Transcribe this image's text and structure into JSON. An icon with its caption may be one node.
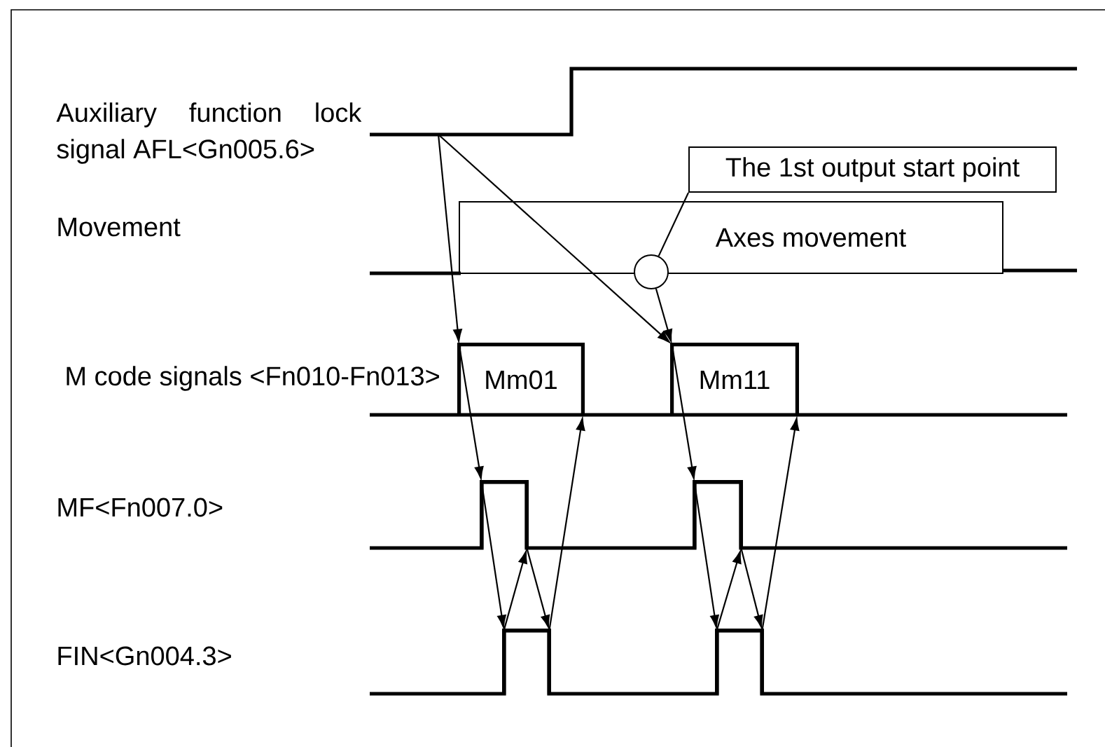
{
  "diagram": {
    "nodes": [
      {
        "text": [
          "The 1st output start point"
        ]
      },
      {
        "text": [
          "Axes movement"
        ]
      },
      {
        "text": [],
        "shape": "circle"
      },
      {
        "text": [
          "Mm01"
        ]
      },
      {
        "text": [
          "Mm11"
        ]
      },
      {
        "text": [],
        "shape": "box"
      },
      {
        "text": [],
        "shape": "box"
      },
      {
        "text": [],
        "shape": "box"
      },
      {
        "text": [],
        "shape": "box"
      }
    ],
    "edges": [
      {
        "from": null,
        "to": 3,
        "arrow": "to"
      },
      {
        "from": null,
        "to": 4,
        "arrow": "to"
      },
      {
        "from": 0,
        "to": 2,
        "arrow": "none"
      },
      {
        "from": 2,
        "to": 4,
        "arrow": "to"
      },
      {
        "from": 3,
        "to": 5,
        "arrow": "to"
      },
      {
        "from": 5,
        "to": 7,
        "arrow": "to"
      },
      {
        "from": 7,
        "to": 5,
        "arrow": "to"
      },
      {
        "from": 5,
        "to": 7,
        "arrow": "to"
      },
      {
        "from": 7,
        "to": 3,
        "arrow": "to"
      },
      {
        "from": 4,
        "to": 6,
        "arrow": "to"
      },
      {
        "from": 6,
        "to": 8,
        "arrow": "to"
      },
      {
        "from": 8,
        "to": 6,
        "arrow": "to"
      },
      {
        "from": 6,
        "to": 8,
        "arrow": "to"
      },
      {
        "from": 8,
        "to": 4,
        "arrow": "to"
      }
    ],
    "labels": [
      "Auxiliary function lock signal AFL<Gn005.6>",
      "Movement",
      "M code signals <Fn010-Fn013>",
      "MF<Fn007.0>",
      "FIN<Gn004.3>"
    ]
  }
}
